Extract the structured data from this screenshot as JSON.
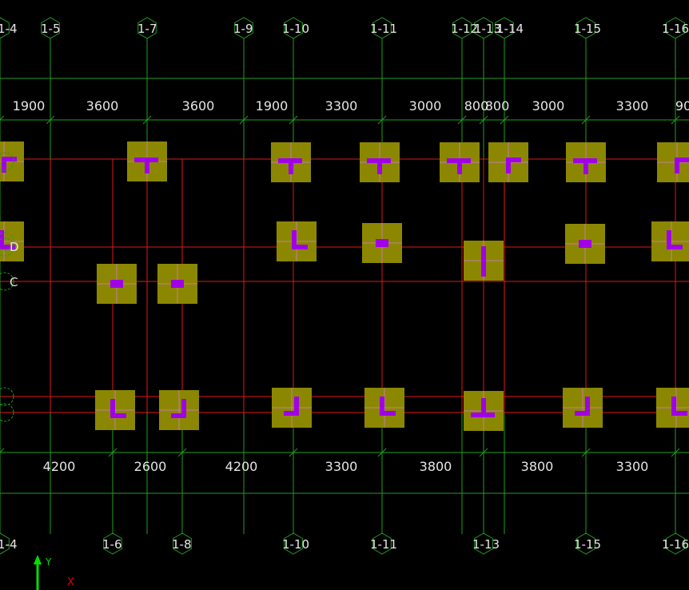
{
  "colors": {
    "background": "#000000",
    "grid_line": "#1f9e1f",
    "beam_line": "#e01818",
    "pad_fill": "#8c8700",
    "column_fill": "#a000e6",
    "rebar": "#d07ad0",
    "label": "#e6e6e6",
    "ucs_y": "#00e000",
    "ucs_x": "#e00000"
  },
  "axes_top": [
    "1-4",
    "1-5",
    "1-7",
    "1-9",
    "1-10",
    "1-11",
    "1-12",
    "1-13",
    "1-14",
    "1-15",
    "1-16"
  ],
  "axes_bottom": [
    "1-4",
    "1-6",
    "1-8",
    "1-10",
    "1-11",
    "1-13",
    "1-15",
    "1-16"
  ],
  "axes_left": [
    "D",
    "C"
  ],
  "dims_top": [
    "1900",
    "3600",
    "3600",
    "1900",
    "3300",
    "3000",
    "800",
    "800",
    "3000",
    "3300",
    "90"
  ],
  "dims_bottom": [
    "4200",
    "2600",
    "4200",
    "3300",
    "3800",
    "3800",
    "3300"
  ],
  "ucs": {
    "y_label": "Y",
    "x_label": "X"
  },
  "footing_shapes": [
    "T-down",
    "T-down",
    "T-down",
    "T-down",
    "T-down",
    "L-corner",
    "L-corner",
    "L-corner",
    "L-bar",
    "L-bar",
    "L-bar",
    "short-bar",
    "short-bar",
    "cross-bar",
    "short-bar",
    "short-bar",
    "L-bar",
    "J-bar",
    "J-bar",
    "L-bar",
    "T-up",
    "J-bar",
    "L-bar"
  ]
}
